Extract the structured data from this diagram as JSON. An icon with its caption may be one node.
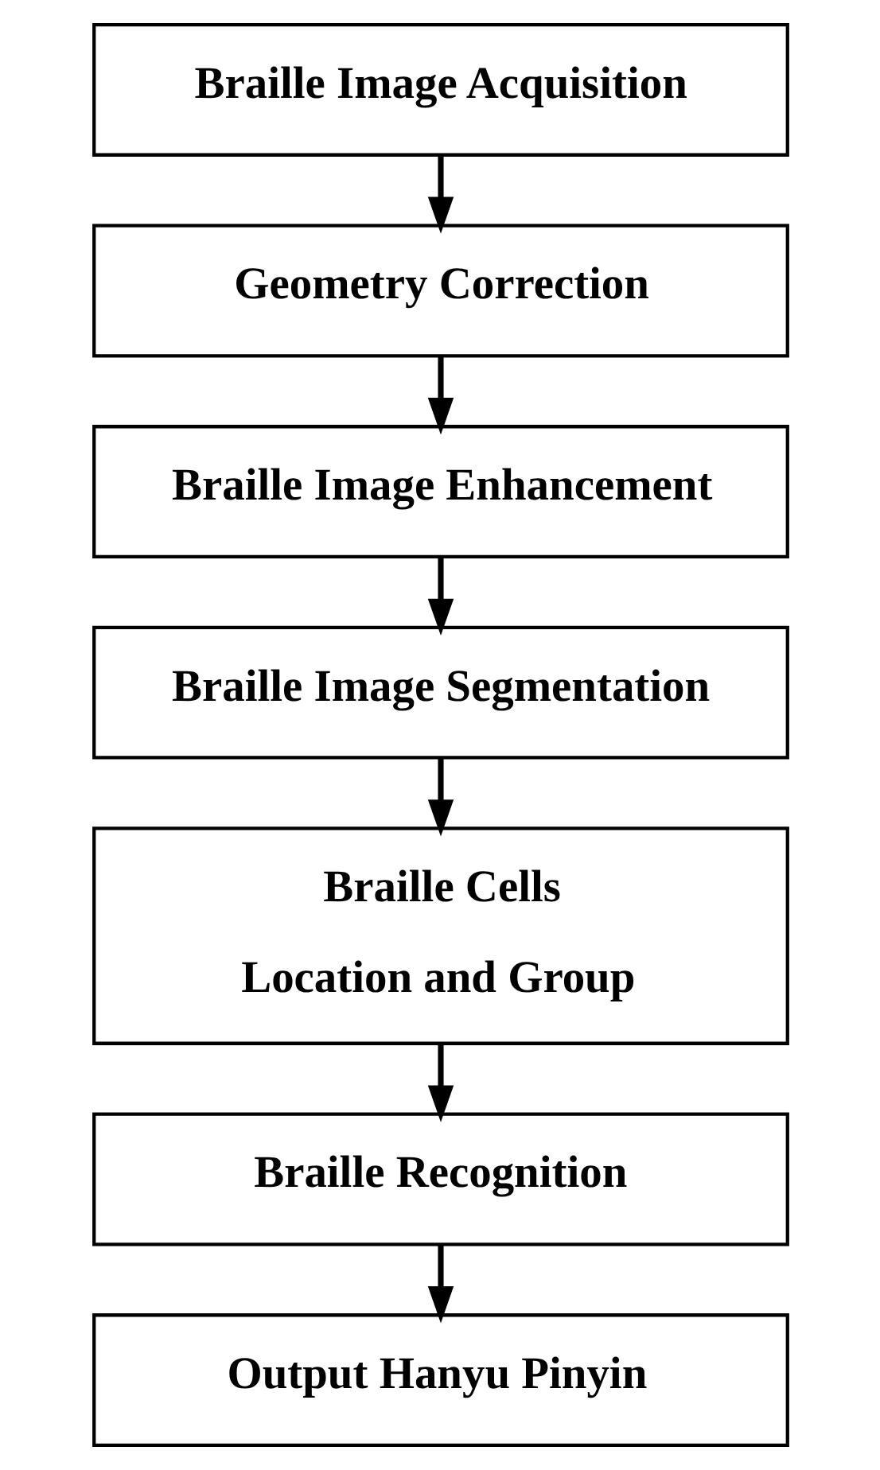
{
  "diagram": {
    "nodes": [
      {
        "text": [
          "Braille Image Acquisition"
        ]
      },
      {
        "text": [
          "Geometry Correction"
        ]
      },
      {
        "text": [
          "Braille Image Enhancement"
        ]
      },
      {
        "text": [
          "Braille Image Segmentation"
        ]
      },
      {
        "text": [
          "Braille Cells",
          "Location and Group"
        ]
      },
      {
        "text": [
          "Braille Recognition"
        ]
      },
      {
        "text": [
          "Output Hanyu Pinyin"
        ]
      }
    ],
    "edges": [
      {
        "from": 0,
        "to": 1,
        "arrow": "to"
      },
      {
        "from": 1,
        "to": 2,
        "arrow": "to"
      },
      {
        "from": 2,
        "to": 3,
        "arrow": "to"
      },
      {
        "from": 3,
        "to": 4,
        "arrow": "to"
      },
      {
        "from": 4,
        "to": 5,
        "arrow": "to"
      },
      {
        "from": 5,
        "to": 6,
        "arrow": "to"
      }
    ]
  }
}
